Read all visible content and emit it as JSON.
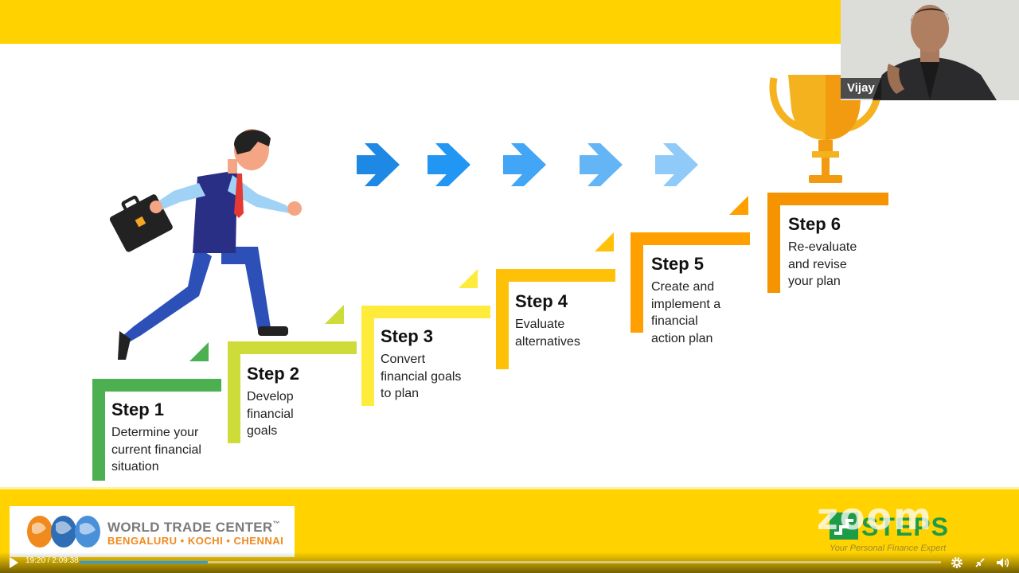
{
  "slide": {
    "steps": [
      {
        "title": "Step 1",
        "description": "Determine your\ncurrent financial\nsituation",
        "color": "#4caf50"
      },
      {
        "title": "Step 2",
        "description": "Develop\nfinancial\ngoals",
        "color": "#cddc39"
      },
      {
        "title": "Step 3",
        "description": "Convert\nfinancial goals\nto plan",
        "color": "#ffeb3b"
      },
      {
        "title": "Step 4",
        "description": "Evaluate\nalternatives",
        "color": "#ffc107"
      },
      {
        "title": "Step 5",
        "description": "Create and\nimplement a\nfinancial\naction plan",
        "color": "#ffa000"
      },
      {
        "title": "Step 6",
        "description": "Re-evaluate\nand revise\nyour plan",
        "color": "#f59300"
      }
    ],
    "arrow_colors": [
      "#1e88e5",
      "#2196f3",
      "#42a5f5",
      "#64b5f6",
      "#90caf9"
    ]
  },
  "footer": {
    "wtc_name": "WORLD TRADE CENTER",
    "wtc_trademark": "™",
    "wtc_cities": "BENGALURU • KOCHI • CHENNAI",
    "zoom_watermark": "zoom",
    "steps_logo_text": "STEPS",
    "steps_tagline": "Your Personal Finance Expert"
  },
  "participant": {
    "name": "Vijay"
  },
  "player": {
    "current_time": "19:20",
    "duration": "2:09:38",
    "time_display": "19:20 / 2:09:38",
    "progress_fraction": 0.149,
    "accent_color": "#2f9be8"
  },
  "colors": {
    "banner": "#FFD200"
  }
}
